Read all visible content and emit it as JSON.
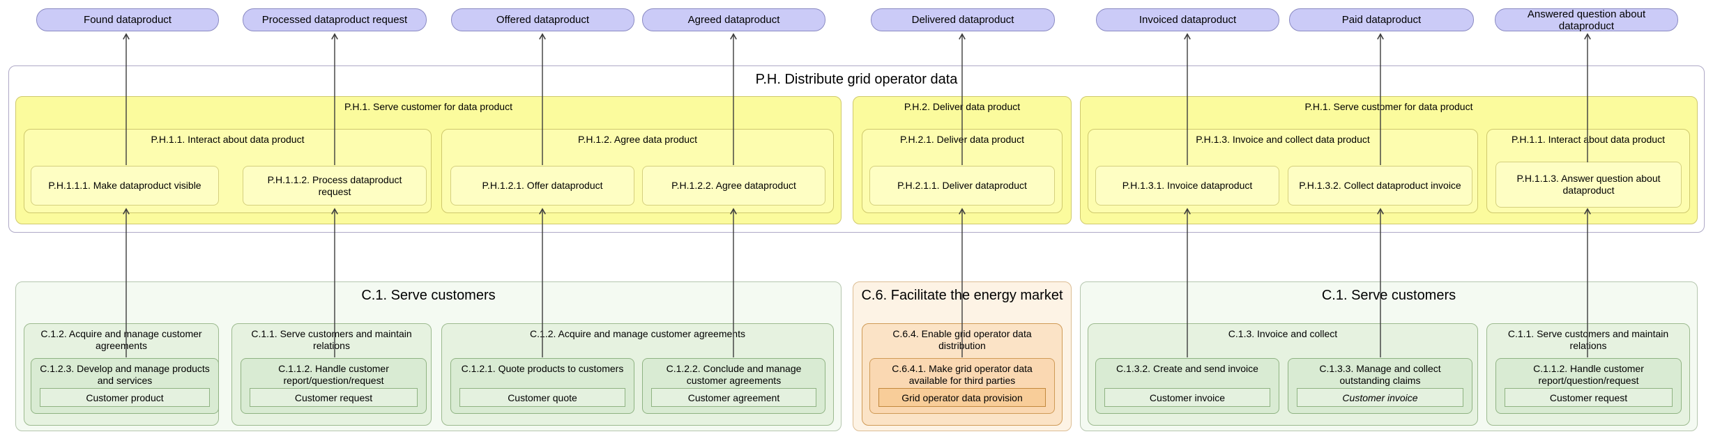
{
  "palette": {
    "event_fill": "#cbcbf7",
    "event_stroke": "#8a8ac2",
    "process_fill": "#fdfdaf",
    "process_stroke": "#cfc96d",
    "capability_fill": "#d9ebd3",
    "capability_stroke": "#8fb382",
    "market_fill": "#fbe3c6",
    "market_stroke": "#cf9a56",
    "arrow_color": "#3c3c3c"
  },
  "events": [
    {
      "label": "Found dataproduct"
    },
    {
      "label": "Processed dataproduct request"
    },
    {
      "label": "Offered dataproduct"
    },
    {
      "label": "Agreed dataproduct"
    },
    {
      "label": "Delivered dataproduct"
    },
    {
      "label": "Invoiced dataproduct"
    },
    {
      "label": "Paid dataproduct"
    },
    {
      "label": "Answered question about dataproduct"
    }
  ],
  "process": {
    "title": "P.H. Distribute grid operator data",
    "serve_left": {
      "title": "P.H.1. Serve customer for data product",
      "interact": {
        "title": "P.H.1.1. Interact about data product",
        "make_visible": "P.H.1.1.1. Make dataproduct visible",
        "process_request": "P.H.1.1.2. Process dataproduct request"
      },
      "agree": {
        "title": "P.H.1.2. Agree data product",
        "offer": "P.H.1.2.1. Offer dataproduct",
        "agree_product": "P.H.1.2.2. Agree dataproduct"
      }
    },
    "deliver": {
      "title": "P.H.2. Deliver data product",
      "group": {
        "title": "P.H.2.1. Deliver data product",
        "deliver_product": "P.H.2.1.1. Deliver dataproduct"
      }
    },
    "serve_right": {
      "title": "P.H.1. Serve customer for data product",
      "invoice": {
        "title": "P.H.1.3. Invoice and collect data product",
        "invoice_product": "P.H.1.3.1. Invoice dataproduct",
        "collect_invoice": "P.H.1.3.2. Collect dataproduct invoice"
      },
      "interact": {
        "title": "P.H.1.1. Interact about data product",
        "answer_question": "P.H.1.1.3. Answer question about dataproduct"
      }
    }
  },
  "capabilities": {
    "serve_left": {
      "title": "C.1. Serve customers",
      "acquire_agreements_a": {
        "title": "C.1.2. Acquire and manage customer agreements",
        "develop_products": {
          "title": "C.1.2.3. Develop and manage products and services",
          "object": "Customer product"
        }
      },
      "maintain_relations": {
        "title": "C.1.1. Serve customers and maintain relations",
        "handle_request": {
          "title": "C.1.1.2. Handle customer report/question/request",
          "object": "Customer request"
        }
      },
      "acquire_agreements_b": {
        "title": "C.1.2. Acquire and manage customer agreements",
        "quote_products": {
          "title": "C.1.2.1. Quote products to customers",
          "object": "Customer quote"
        },
        "conclude_agreements": {
          "title": "C.1.2.2. Conclude and manage customer agreements",
          "object": "Customer agreement"
        }
      }
    },
    "facilitate_market": {
      "title": "C.6. Facilitate the energy market",
      "enable_distribution": {
        "title": "C.6.4. Enable grid operator data distribution",
        "make_available": {
          "title": "C.6.4.1. Make grid operator data available for third parties",
          "object": "Grid operator data provision"
        }
      }
    },
    "serve_right": {
      "title": "C.1. Serve customers",
      "invoice_collect": {
        "title": "C.1.3. Invoice and collect",
        "create_invoice": {
          "title": "C.1.3.2. Create and send invoice",
          "object": "Customer invoice"
        },
        "manage_claims": {
          "title": "C.1.3.3. Manage and collect outstanding claims",
          "object": "Customer invoice"
        }
      },
      "maintain_relations": {
        "title": "C.1.1. Serve customers and maintain relations",
        "handle_request": {
          "title": "C.1.1.2. Handle customer report/question/request",
          "object": "Customer request"
        }
      }
    }
  }
}
